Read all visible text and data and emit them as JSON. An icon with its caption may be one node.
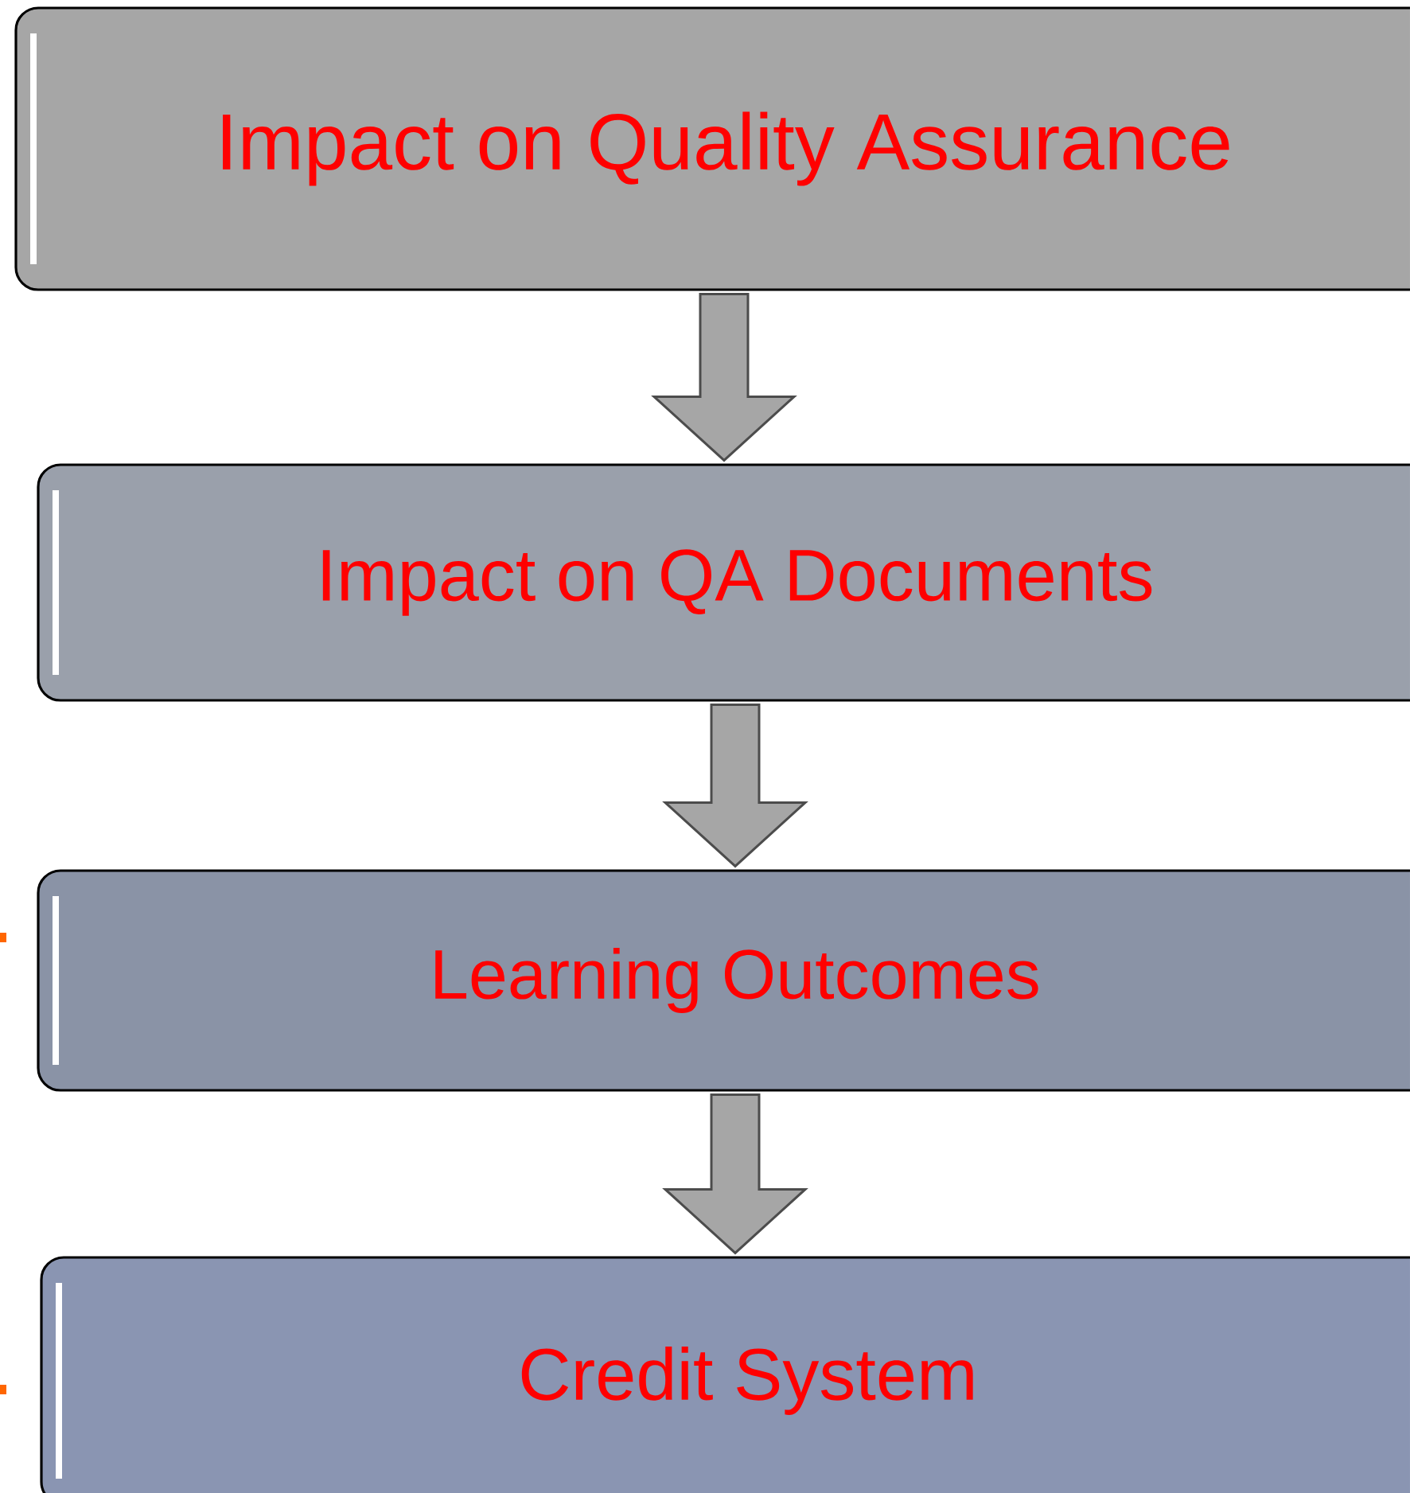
{
  "diagram": {
    "nodes": [
      {
        "text": [
          "Impact on Quality Assurance"
        ]
      },
      {
        "text": [
          "Impact on QA Documents"
        ]
      },
      {
        "text": [
          "Learning Outcomes"
        ]
      },
      {
        "text": [
          "Credit System"
        ]
      }
    ],
    "edges": [
      {
        "from": 0,
        "to": 1,
        "arrow": "to"
      },
      {
        "from": 1,
        "to": 2,
        "arrow": "to"
      },
      {
        "from": 2,
        "to": 3,
        "arrow": "to"
      }
    ]
  }
}
